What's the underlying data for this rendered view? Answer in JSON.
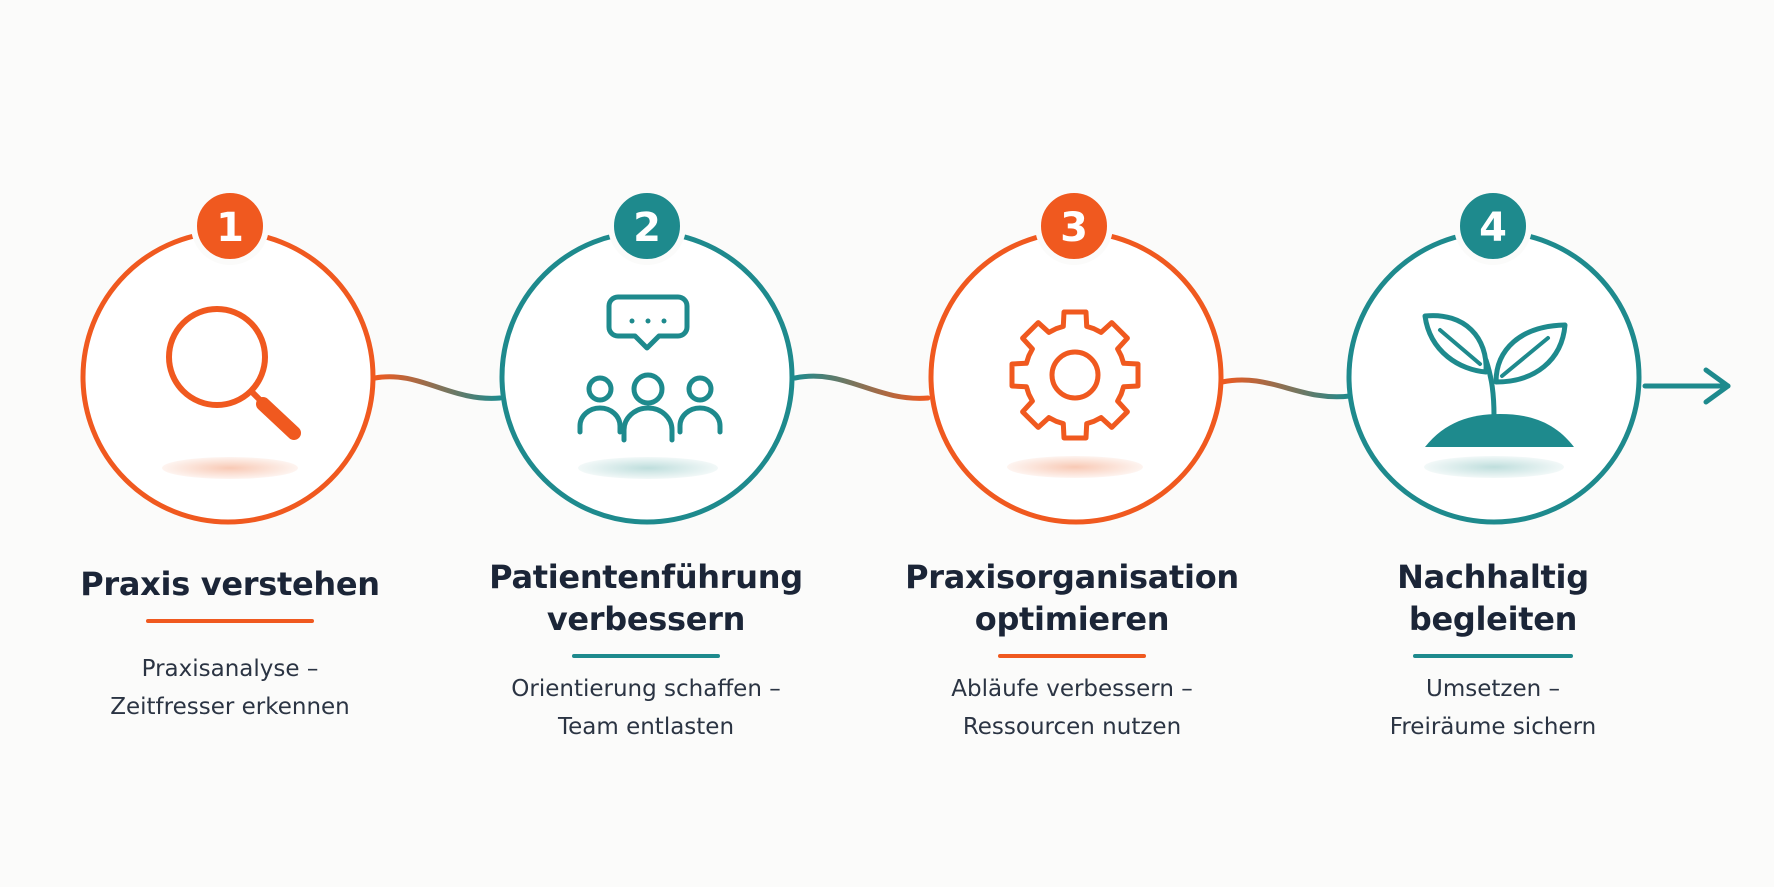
{
  "colors": {
    "orange": "#f0591f",
    "teal": "#1e8a8d",
    "text": "#1b2537"
  },
  "steps": [
    {
      "number": "1",
      "icon": "magnifier-icon",
      "color": "#f0591f",
      "title_lines": [
        "Praxis verstehen"
      ],
      "desc_lines": [
        "Praxisanalyse –",
        "Zeitfresser erkennen"
      ]
    },
    {
      "number": "2",
      "icon": "team-chat-icon",
      "color": "#1e8a8d",
      "title_lines": [
        "Patientenführung",
        "verbessern"
      ],
      "desc_lines": [
        "Orientierung schaffen –",
        "Team entlasten"
      ]
    },
    {
      "number": "3",
      "icon": "gear-icon",
      "color": "#f0591f",
      "title_lines": [
        "Praxisorganisation",
        "optimieren"
      ],
      "desc_lines": [
        "Abläufe verbessern –",
        "Ressourcen nutzen"
      ]
    },
    {
      "number": "4",
      "icon": "sprout-icon",
      "color": "#1e8a8d",
      "title_lines": [
        "Nachhaltig",
        "begleiten"
      ],
      "desc_lines": [
        "Umsetzen –",
        "Freiräume sichern"
      ]
    }
  ]
}
